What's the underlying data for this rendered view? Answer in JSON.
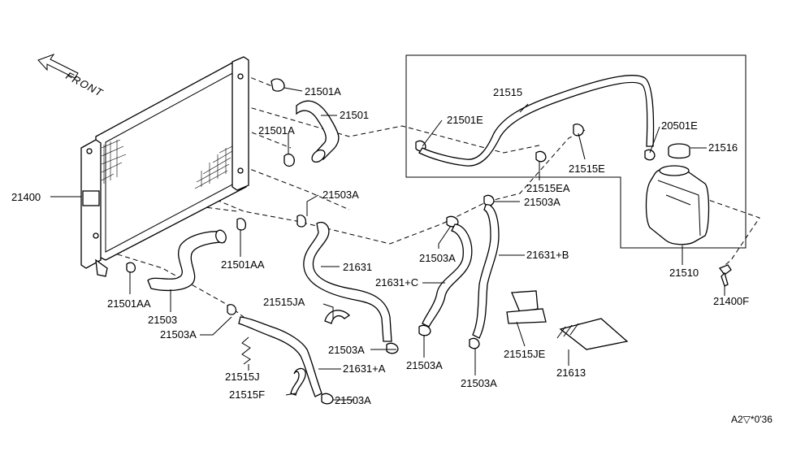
{
  "diagram": {
    "direction_label": "FRONT",
    "diagram_code": "A2▽*0'36",
    "part_labels": [
      {
        "id": "p21501A-top",
        "text": "21501A"
      },
      {
        "id": "p21501",
        "text": "21501"
      },
      {
        "id": "p21501A-mid",
        "text": "21501A"
      },
      {
        "id": "p21400",
        "text": "21400"
      },
      {
        "id": "p21503A-a",
        "text": "21503A"
      },
      {
        "id": "p21501AA-a",
        "text": "21501AA"
      },
      {
        "id": "p21501AA-b",
        "text": "21501AA"
      },
      {
        "id": "p21503",
        "text": "21503"
      },
      {
        "id": "p21503A-b",
        "text": "21503A"
      },
      {
        "id": "p21631",
        "text": "21631"
      },
      {
        "id": "p21515JA",
        "text": "21515JA"
      },
      {
        "id": "p21515J",
        "text": "21515J"
      },
      {
        "id": "p21515F",
        "text": "21515F"
      },
      {
        "id": "p21503A-c",
        "text": "21503A"
      },
      {
        "id": "p21631A",
        "text": "21631+A"
      },
      {
        "id": "p21503A-d",
        "text": "21503A"
      },
      {
        "id": "p21503A-e",
        "text": "21503A"
      },
      {
        "id": "p21631C",
        "text": "21631+C"
      },
      {
        "id": "p21503A-f",
        "text": "21503A"
      },
      {
        "id": "p21503A-g",
        "text": "21503A"
      },
      {
        "id": "p21631B",
        "text": "21631+B"
      },
      {
        "id": "p21503A-h",
        "text": "21503A"
      },
      {
        "id": "p21515JE",
        "text": "21515JE"
      },
      {
        "id": "p21613",
        "text": "21613"
      },
      {
        "id": "p21515",
        "text": "21515"
      },
      {
        "id": "p21501E",
        "text": "21501E"
      },
      {
        "id": "p21515E",
        "text": "21515E"
      },
      {
        "id": "p21515EA",
        "text": "21515EA"
      },
      {
        "id": "p20501E",
        "text": "20501E"
      },
      {
        "id": "p21516",
        "text": "21516"
      },
      {
        "id": "p21510",
        "text": "21510"
      },
      {
        "id": "p21400F",
        "text": "21400F"
      }
    ]
  }
}
